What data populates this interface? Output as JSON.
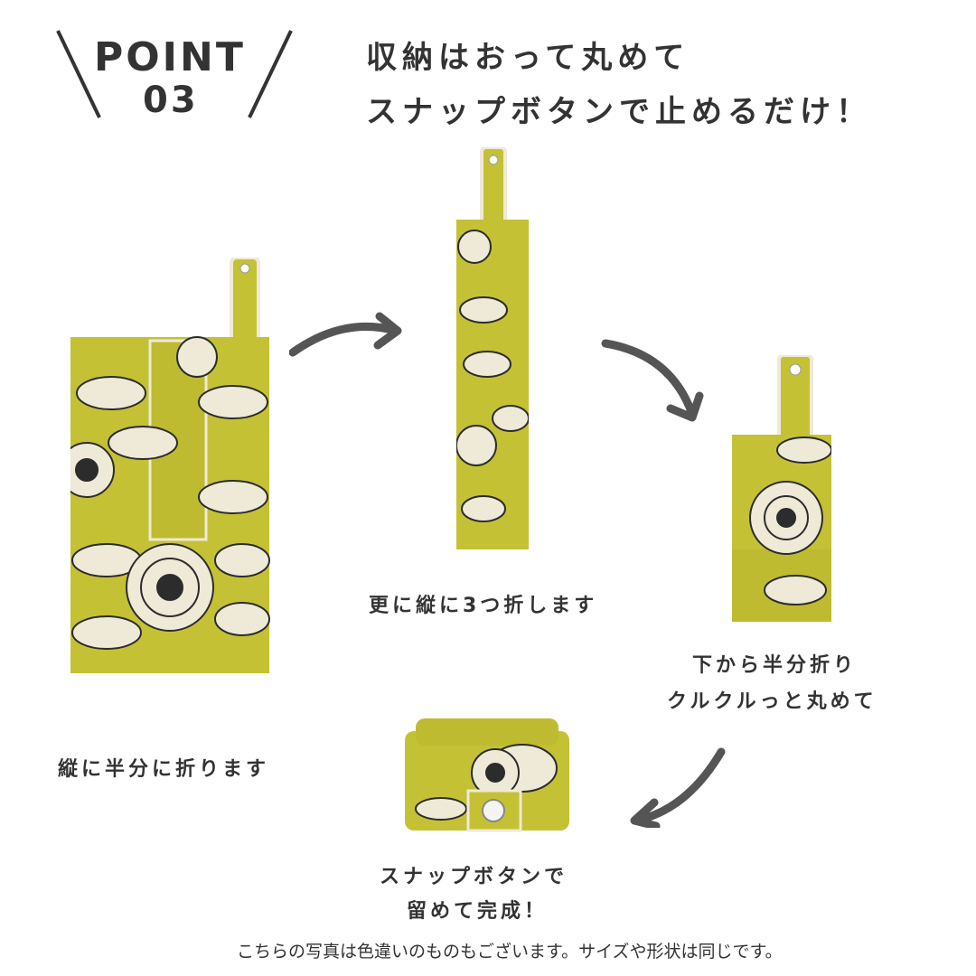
{
  "header": {
    "point_word": "POINT",
    "point_number": "03",
    "headline_line1": "収納はおって丸めて",
    "headline_line2": "スナップボタンで止めるだけ！"
  },
  "steps": [
    {
      "caption": "縦に半分に折ります"
    },
    {
      "caption": "更に縦に3つ折します"
    },
    {
      "caption_line1": "下から半分折り",
      "caption_line2": "クルクルっと丸めて"
    },
    {
      "caption_line1": "スナップボタンで",
      "caption_line2": "留めて完成！"
    }
  ],
  "footer_note": "こちらの写真は色違いのものもございます。サイズや形状は同じです。",
  "colors": {
    "fabric": "#c5c135",
    "fabric_dark": "#a9a52a",
    "petal": "#efe9d8",
    "ink": "#2c2c2c",
    "arrow": "#555555"
  }
}
